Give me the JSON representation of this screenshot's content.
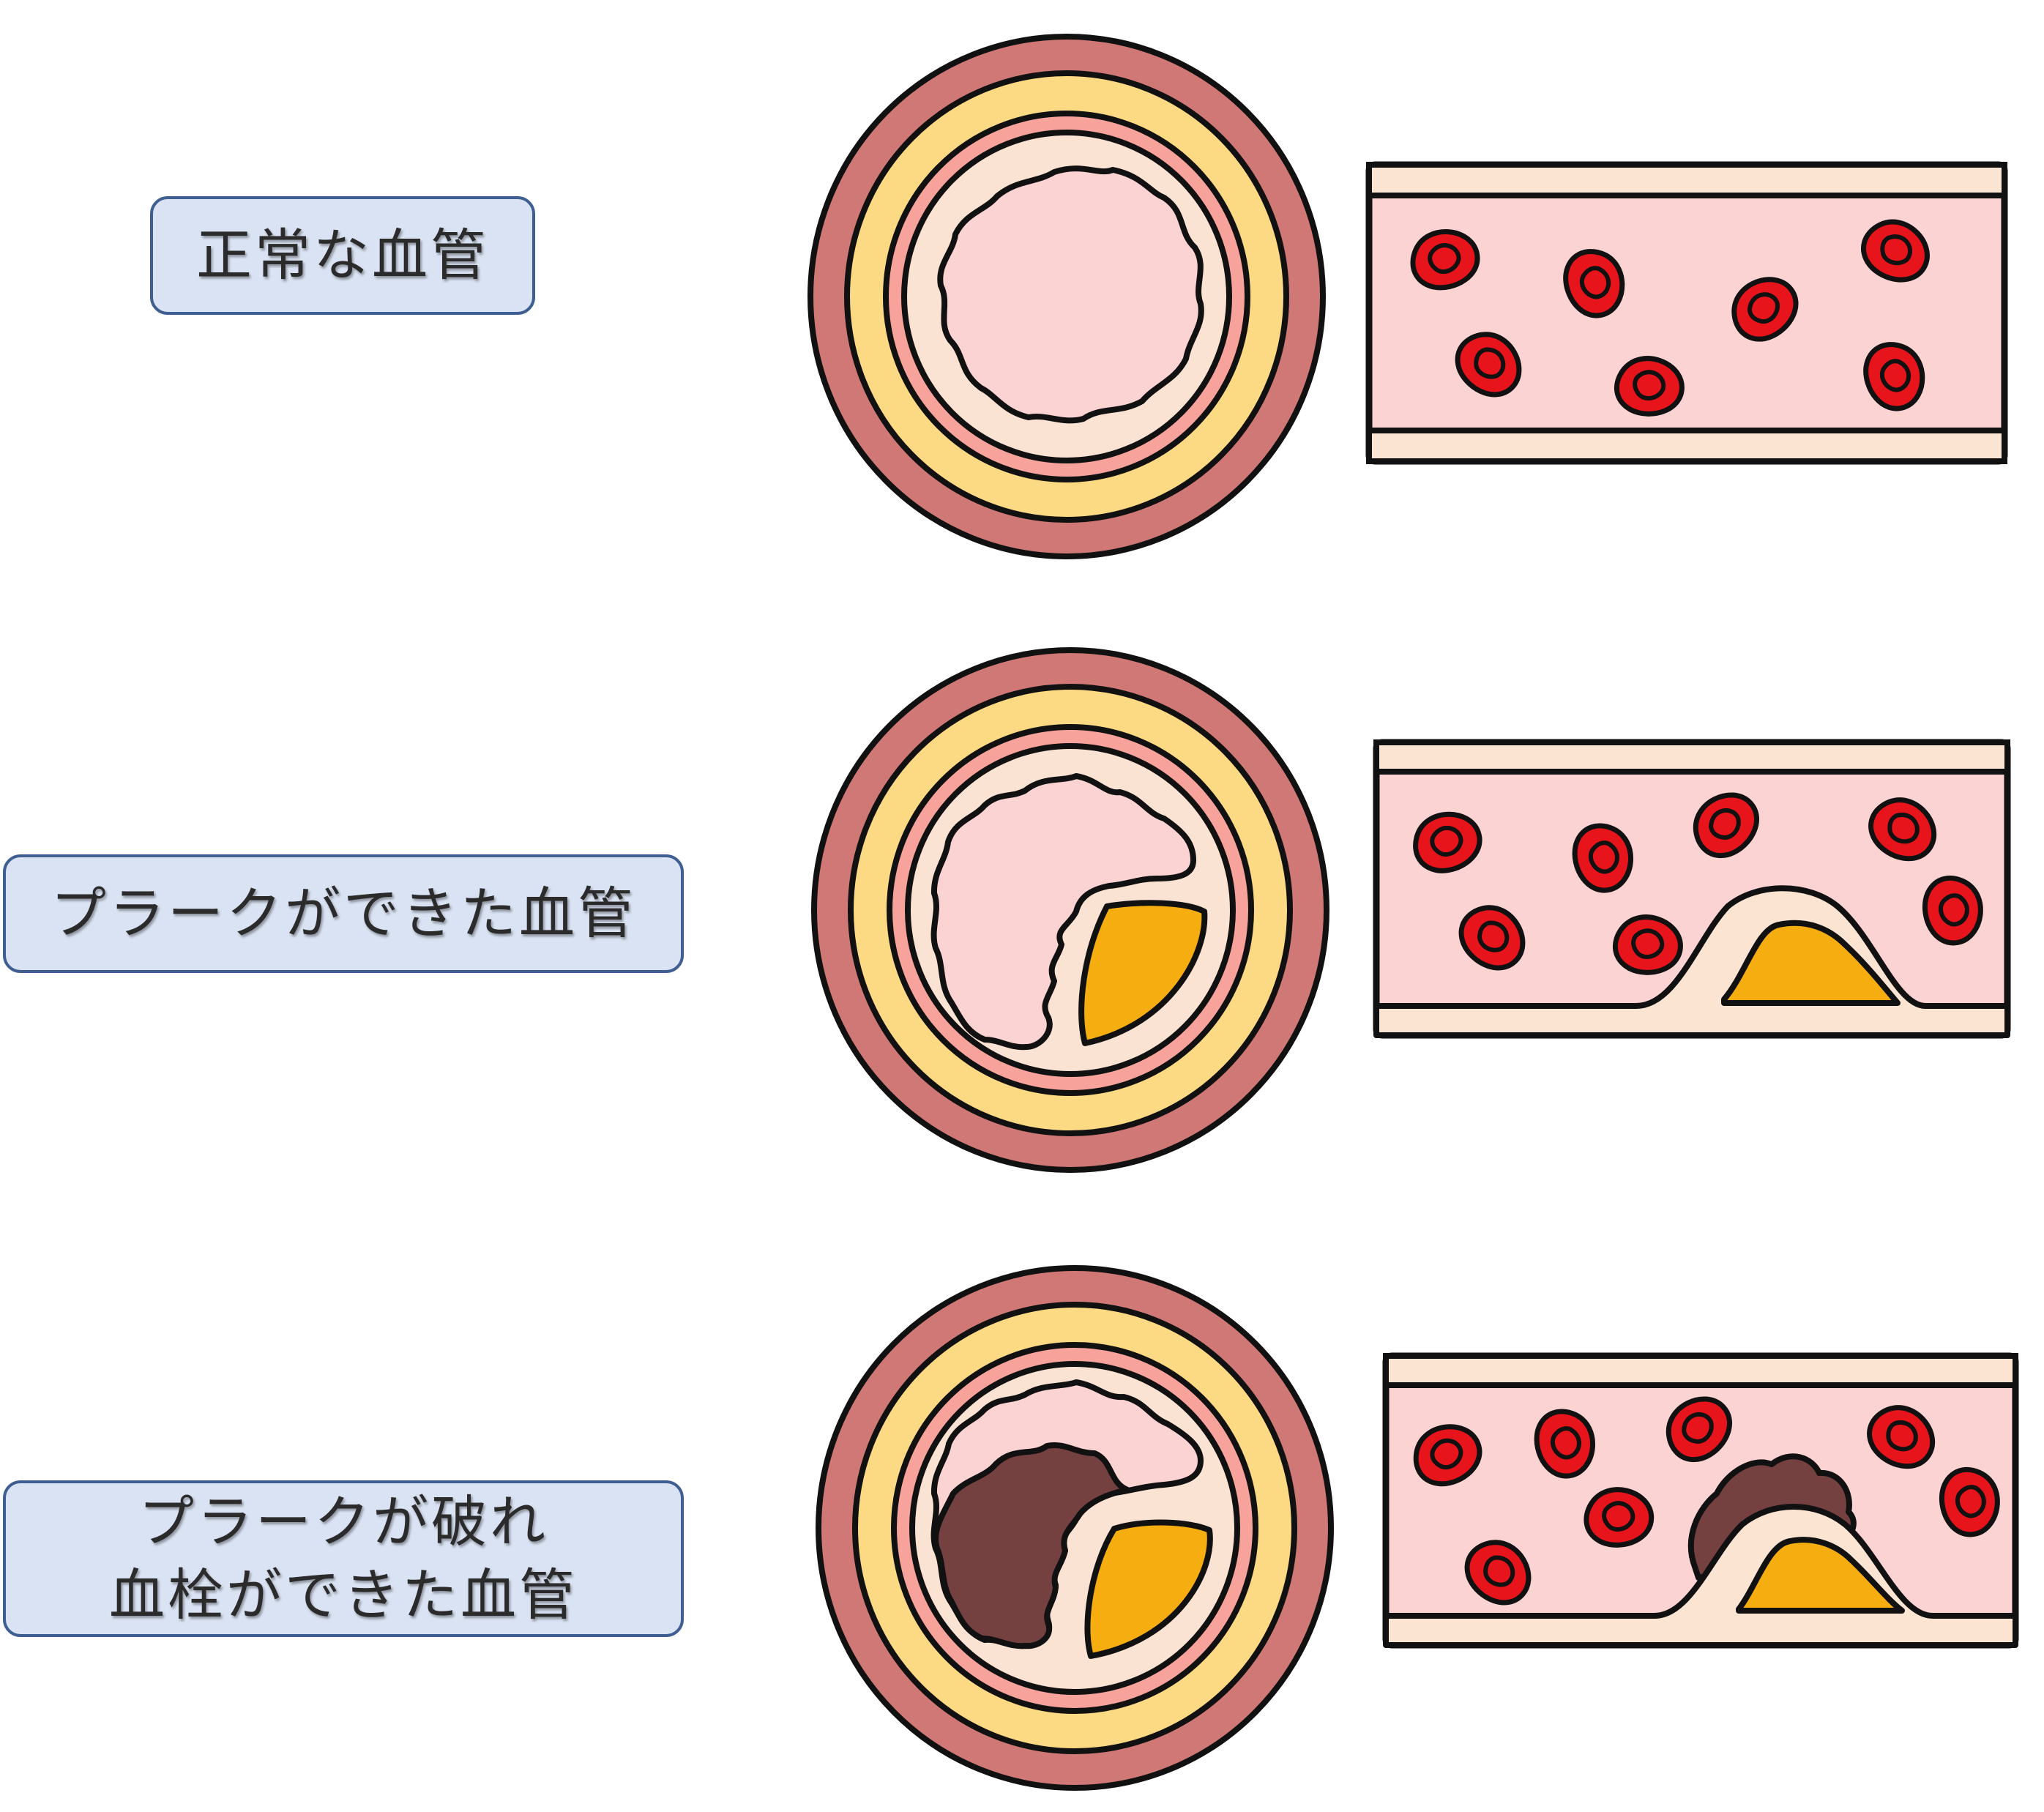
{
  "rows": [
    {
      "label_lines": [
        "正常な血管"
      ]
    },
    {
      "label_lines": [
        "プラークができた血管"
      ]
    },
    {
      "label_lines": [
        "プラークが破れ",
        "血栓ができた血管"
      ]
    }
  ],
  "colors": {
    "outline": "#111111",
    "adventitia": "#cf7875",
    "media": "#fcd983",
    "intima": "#f7a29b",
    "endothelium": "#fbe3d3",
    "lumen": "#fbd3d3",
    "wall_band": "#fbe4d2",
    "red_cell": "#e8141b",
    "plaque": "#f6ad10",
    "thrombus": "#744040",
    "label_fill": "#dae3f3",
    "label_border": "#3f5f92"
  }
}
